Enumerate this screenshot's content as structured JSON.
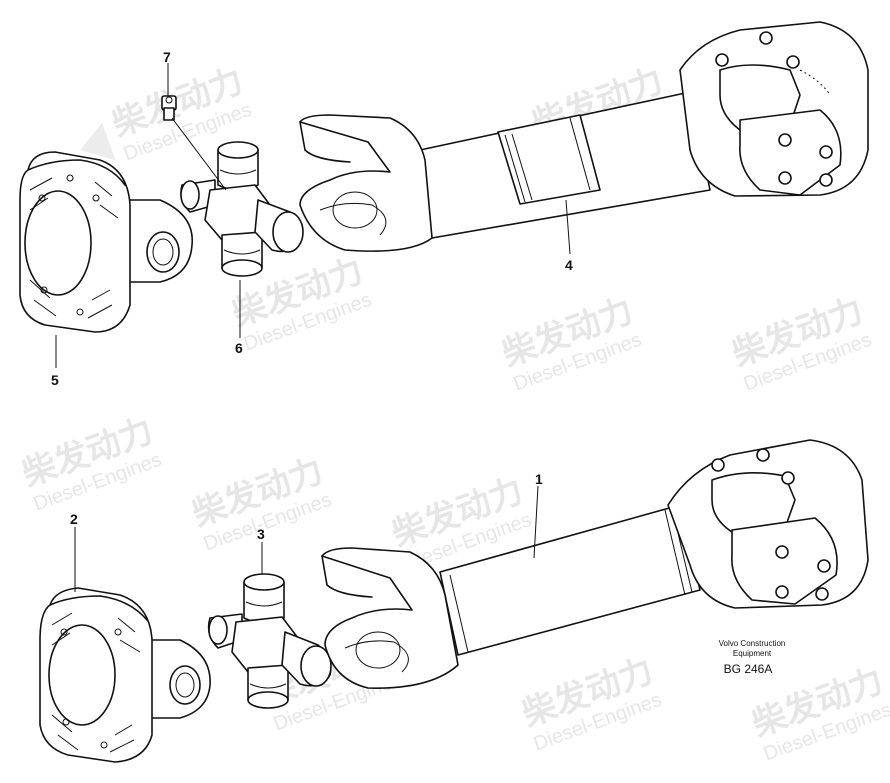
{
  "watermark": {
    "brand_cn": "柴发动力",
    "brand_en": "Diesel-Engines"
  },
  "callouts": {
    "c1": "1",
    "c2": "2",
    "c3": "3",
    "c4": "4",
    "c5": "5",
    "c6": "6",
    "c7": "7"
  },
  "stamp": {
    "line1": "Volvo Construction",
    "line2": "Equipment",
    "code": "BG 246A"
  }
}
